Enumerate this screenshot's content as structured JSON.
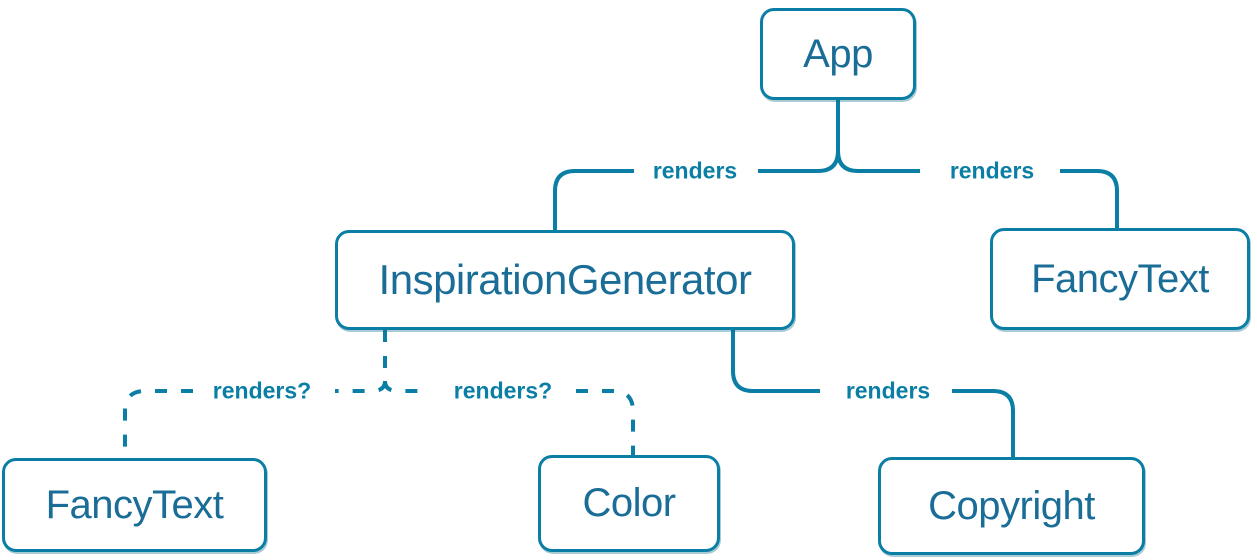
{
  "diagram": {
    "type": "component-render-tree",
    "colors": {
      "accent": "#0a7ea4",
      "node_text": "#1a6d96",
      "node_background": "#ffffff",
      "page_background": "#ffffff"
    },
    "nodes": [
      {
        "id": "app",
        "label": "App"
      },
      {
        "id": "inspiration-generator",
        "label": "InspirationGenerator"
      },
      {
        "id": "fancy-text-top",
        "label": "FancyText"
      },
      {
        "id": "fancy-text-bottom",
        "label": "FancyText"
      },
      {
        "id": "color",
        "label": "Color"
      },
      {
        "id": "copyright",
        "label": "Copyright"
      }
    ],
    "edges": [
      {
        "from": "App",
        "to": "InspirationGenerator",
        "label": "renders",
        "style": "solid"
      },
      {
        "from": "App",
        "to": "FancyText",
        "label": "renders",
        "style": "solid"
      },
      {
        "from": "InspirationGenerator",
        "to": "FancyText",
        "label": "renders?",
        "style": "dashed"
      },
      {
        "from": "InspirationGenerator",
        "to": "Color",
        "label": "renders?",
        "style": "dashed"
      },
      {
        "from": "InspirationGenerator",
        "to": "Copyright",
        "label": "renders",
        "style": "solid"
      }
    ]
  }
}
